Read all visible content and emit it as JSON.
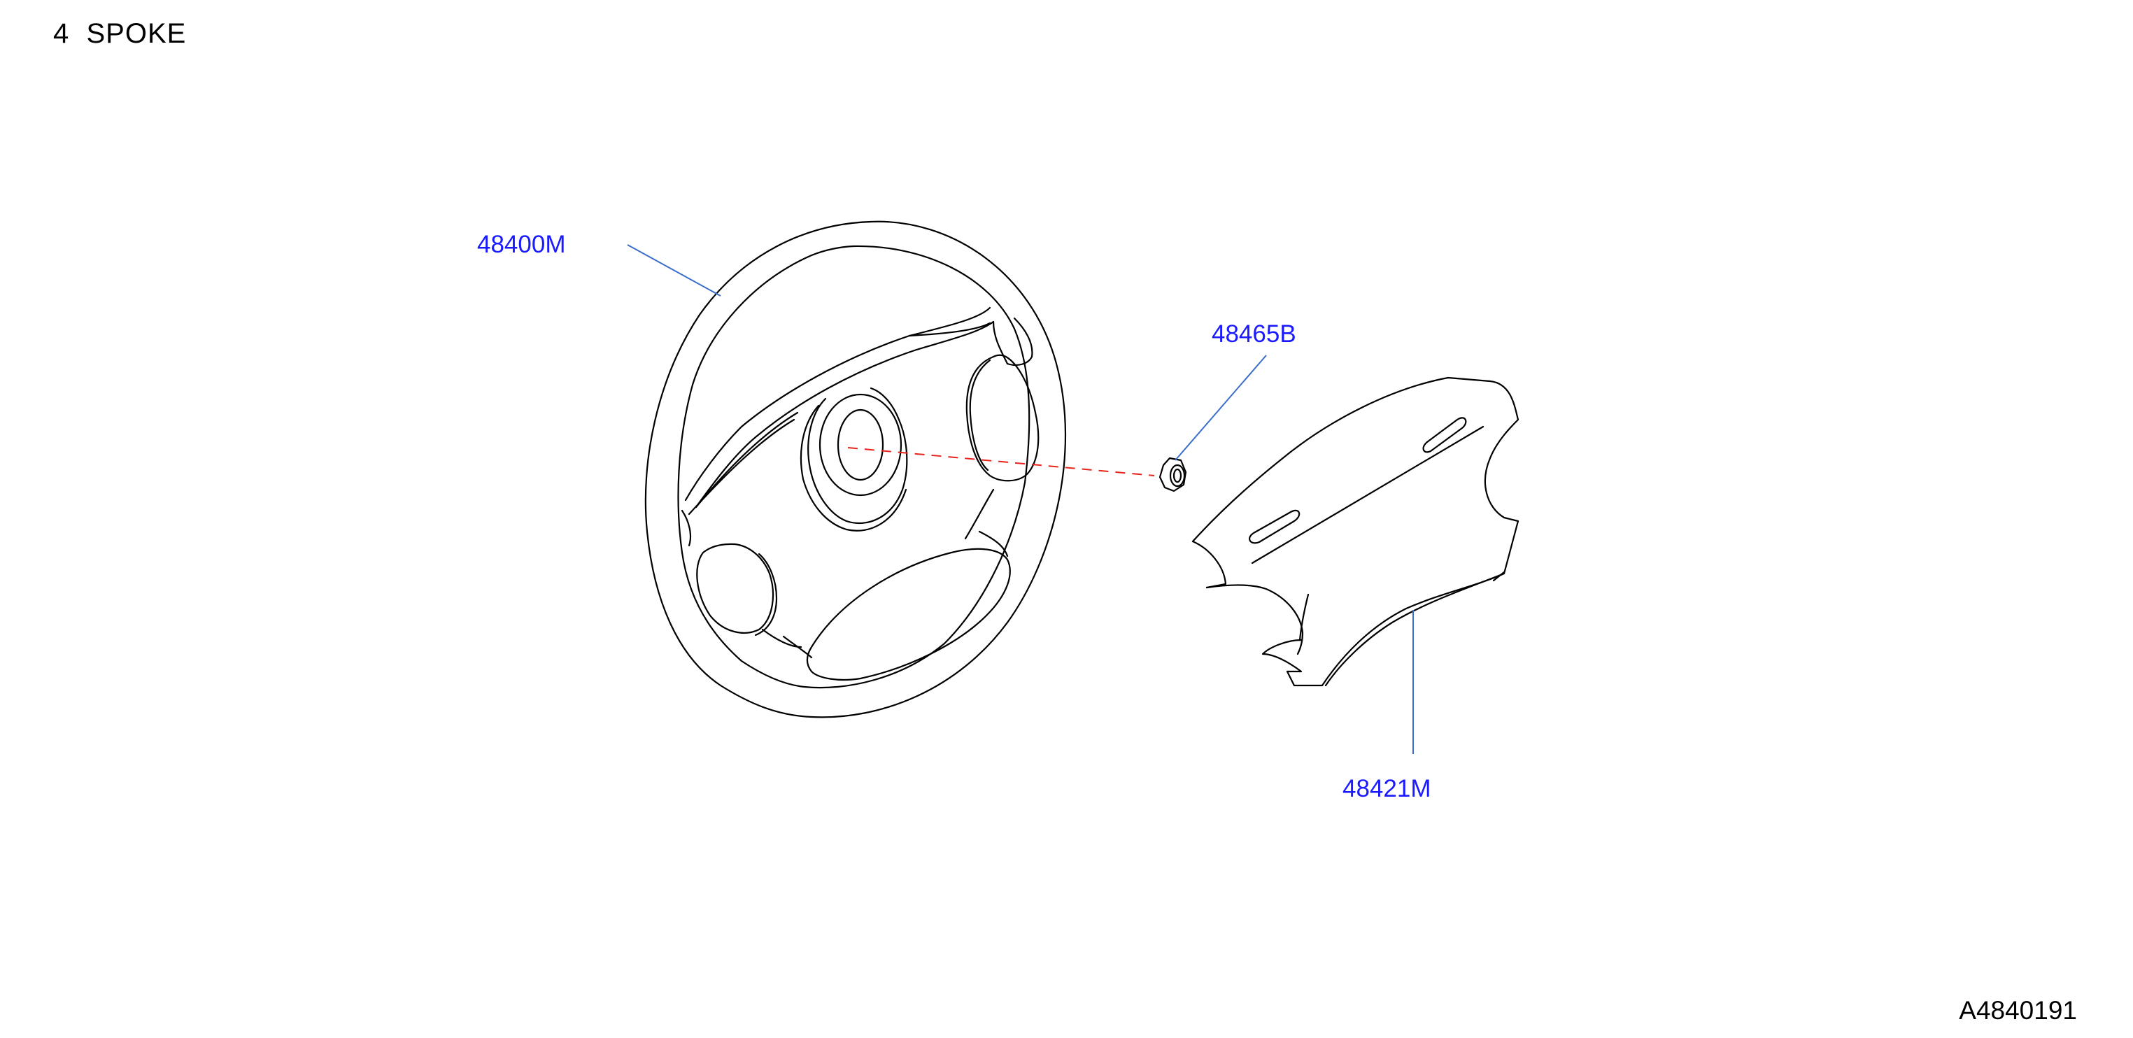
{
  "title": "4  SPOKE",
  "figure_id": "A4840191",
  "colors": {
    "line": "#000000",
    "leader": "#3a6ec8",
    "label": "#1a1aff",
    "axis": "#e8231b"
  },
  "parts": [
    {
      "number": "48400M",
      "component": "steering-wheel"
    },
    {
      "number": "48465B",
      "component": "nut"
    },
    {
      "number": "48421M",
      "component": "pad-cover"
    }
  ]
}
